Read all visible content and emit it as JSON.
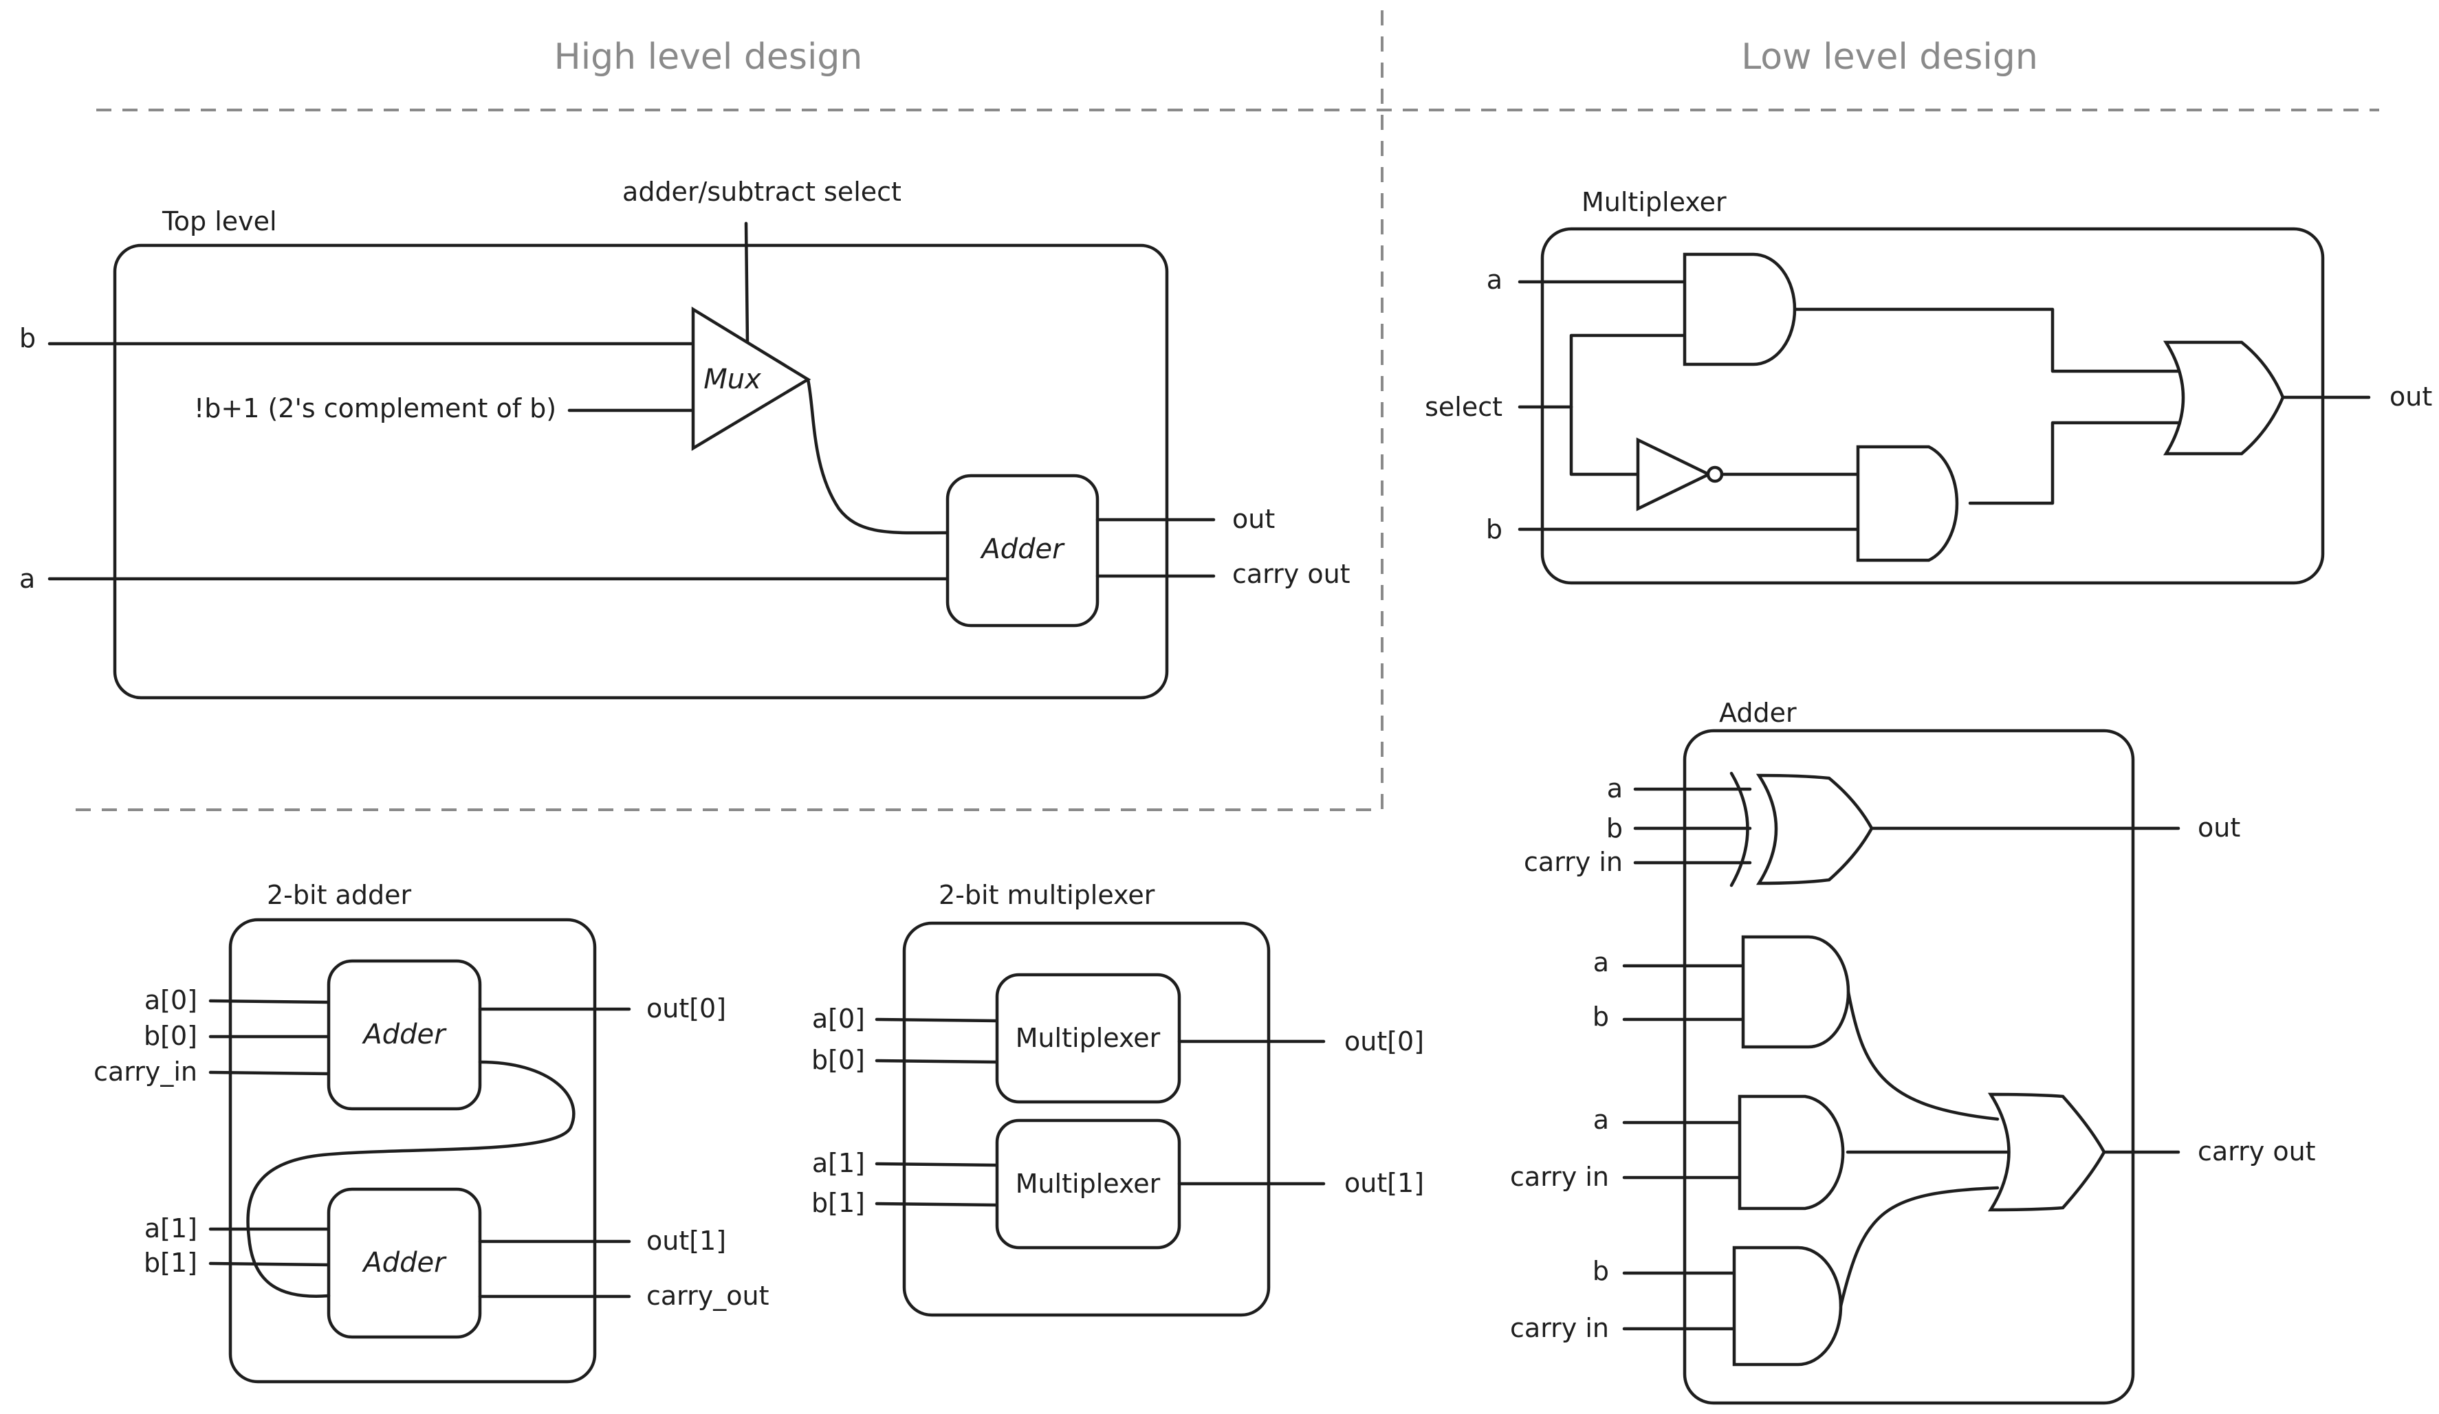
{
  "headers": {
    "high": "High level design",
    "low": "Low level design"
  },
  "top_level": {
    "title": "Top level",
    "select_label": "adder/subtract select",
    "in_b": "b",
    "in_b_comp": "!b+1 (2's complement of b)",
    "in_a": "a",
    "mux_label": "Mux",
    "adder_label": "Adder",
    "out": "out",
    "carry_out": "carry out"
  },
  "two_bit_adder": {
    "title": "2-bit adder",
    "in_a0": "a[0]",
    "in_b0": "b[0]",
    "in_carry": "carry_in",
    "in_a1": "a[1]",
    "in_b1": "b[1]",
    "adder0": "Adder",
    "adder1": "Adder",
    "out0": "out[0]",
    "out1": "out[1]",
    "carry_out": "carry_out"
  },
  "two_bit_mux": {
    "title": "2-bit multiplexer",
    "in_a0": "a[0]",
    "in_b0": "b[0]",
    "in_a1": "a[1]",
    "in_b1": "b[1]",
    "mux0": "Multiplexer",
    "mux1": "Multiplexer",
    "out0": "out[0]",
    "out1": "out[1]"
  },
  "multiplexer": {
    "title": "Multiplexer",
    "in_a": "a",
    "in_select": "select",
    "in_b": "b",
    "out": "out"
  },
  "adder": {
    "title": "Adder",
    "xor_a": "a",
    "xor_b": "b",
    "xor_cin": "carry in",
    "out": "out",
    "and1_a": "a",
    "and1_b": "b",
    "and2_a": "a",
    "and2_cin": "carry in",
    "and3_b": "b",
    "and3_cin": "carry in",
    "carry_out": "carry out"
  }
}
